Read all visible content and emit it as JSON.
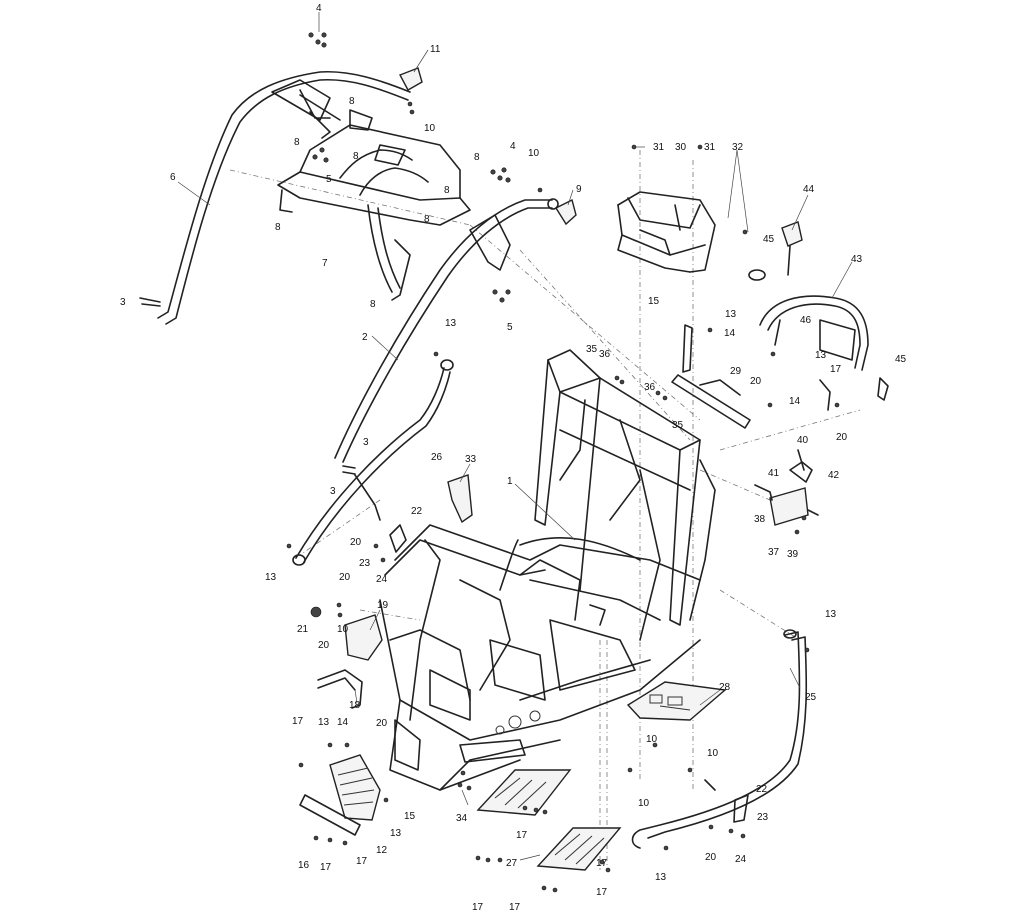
{
  "diagram": {
    "callouts": {
      "c1": "1",
      "c2": "2",
      "c3a": "3",
      "c3b": "3",
      "c3c": "3",
      "c4a": "4",
      "c4b": "4",
      "c5a": "5",
      "c5b": "5",
      "c6": "6",
      "c7": "7",
      "c8a": "8",
      "c8b": "8",
      "c8c": "8",
      "c8d": "8",
      "c8e": "8",
      "c8f": "8",
      "c8g": "8",
      "c8h": "8",
      "c9": "9",
      "c10a": "10",
      "c10b": "10",
      "c10c": "10",
      "c10d": "10",
      "c10e": "10",
      "c10f": "10",
      "c11": "11",
      "c12": "12",
      "c13a": "13",
      "c13b": "13",
      "c13c": "13",
      "c13d": "13",
      "c13e": "13",
      "c13f": "13",
      "c13g": "13",
      "c13h": "13",
      "c14a": "14",
      "c14b": "14",
      "c14c": "14",
      "c15a": "15",
      "c15b": "15",
      "c16": "16",
      "c17a": "17",
      "c17b": "17",
      "c17c": "17",
      "c17d": "17",
      "c17e": "17",
      "c17f": "17",
      "c17g": "17",
      "c17h": "17",
      "c17i": "17",
      "c18": "18",
      "c19": "19",
      "c20a": "20",
      "c20b": "20",
      "c20c": "20",
      "c20d": "20",
      "c20e": "20",
      "c20f": "20",
      "c20g": "20",
      "c21": "21",
      "c22a": "22",
      "c22b": "22",
      "c23a": "23",
      "c23b": "23",
      "c24a": "24",
      "c24b": "24",
      "c25": "25",
      "c26": "26",
      "c27": "27",
      "c28": "28",
      "c29": "29",
      "c30": "30",
      "c31a": "31",
      "c31b": "31",
      "c32": "32",
      "c33": "33",
      "c34": "34",
      "c35a": "35",
      "c35b": "35",
      "c36a": "36",
      "c36b": "36",
      "c37": "37",
      "c38": "38",
      "c39": "39",
      "c40": "40",
      "c41": "41",
      "c42": "42",
      "c43": "43",
      "c44": "44",
      "c45a": "45",
      "c45b": "45",
      "c46": "46"
    }
  }
}
